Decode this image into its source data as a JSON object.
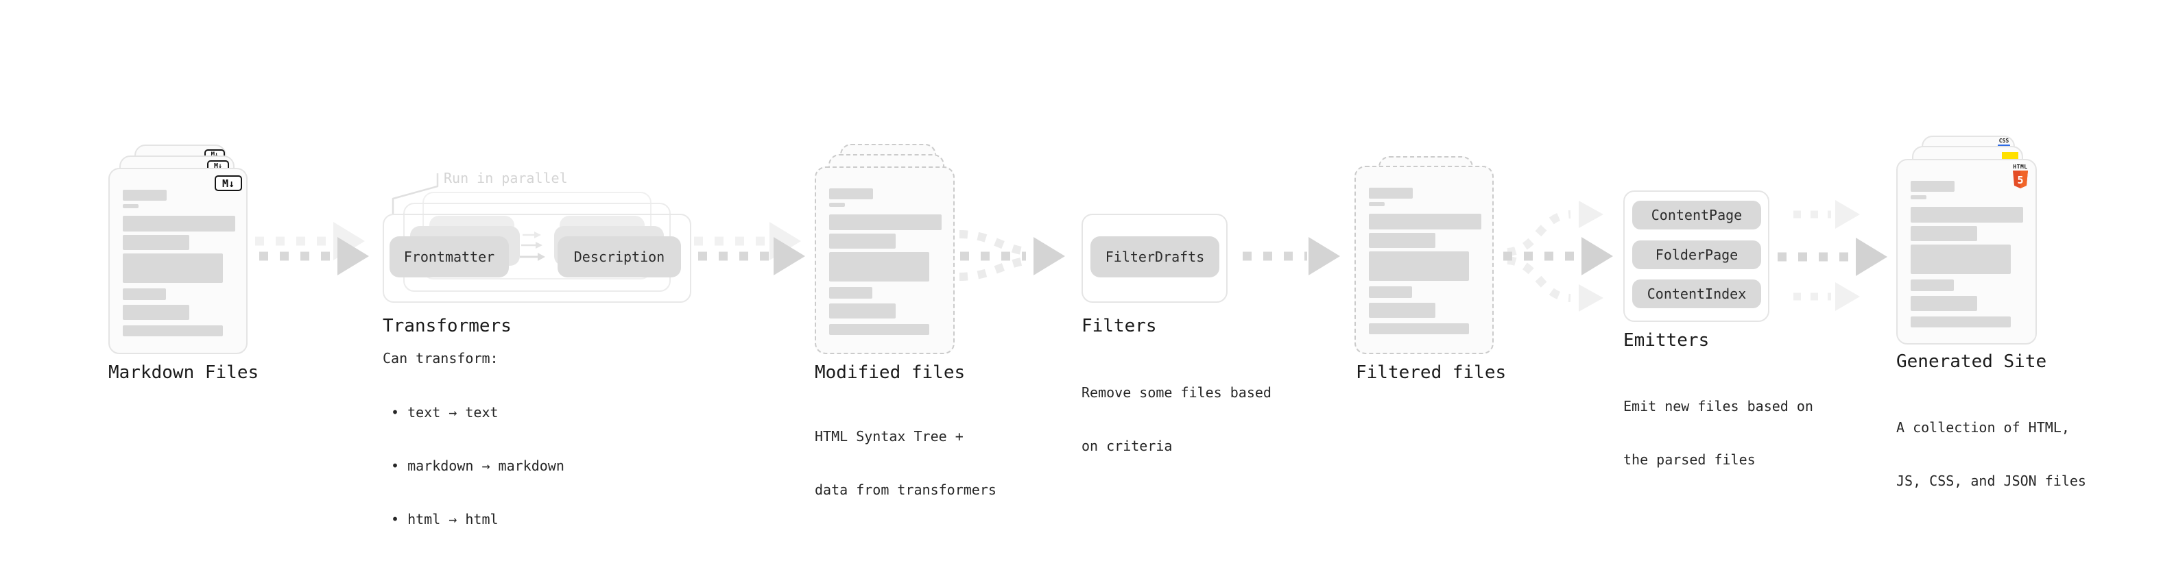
{
  "diagram": {
    "stages": {
      "markdown": {
        "label": "Markdown Files",
        "badge": "M↓"
      },
      "transformers": {
        "label": "Transformers",
        "annotation": "Run in parallel",
        "pill_left": "Frontmatter",
        "pill_right": "Description",
        "desc_title": "Can transform:",
        "bullets": [
          "• text → text",
          "• markdown → markdown",
          "• html → html"
        ]
      },
      "modified": {
        "label": "Modified files",
        "desc": [
          "HTML Syntax Tree +",
          "data from transformers"
        ]
      },
      "filters": {
        "label": "Filters",
        "pill": "FilterDrafts",
        "desc": [
          "Remove some files based",
          "on criteria"
        ]
      },
      "filtered": {
        "label": "Filtered files"
      },
      "emitters": {
        "label": "Emitters",
        "pills": [
          "ContentPage",
          "FolderPage",
          "ContentIndex"
        ],
        "desc": [
          "Emit new files based on",
          "the parsed files"
        ]
      },
      "generated": {
        "label": "Generated Site",
        "desc": [
          "A collection of HTML,",
          "JS, CSS, and JSON files"
        ],
        "badge_html": "HTML",
        "badge_html_number": "5",
        "badge_css": "CSS"
      }
    },
    "colors": {
      "html5_orange": "#e44d26",
      "html5_orange_light": "#f16529",
      "js_yellow": "#ffe000",
      "css_blue": "#2e6be5",
      "placeholder_bar": "#d9d9d9",
      "arrow_gray": "#d8d8d8",
      "arrow_ghost": "#f1f1f1"
    }
  }
}
